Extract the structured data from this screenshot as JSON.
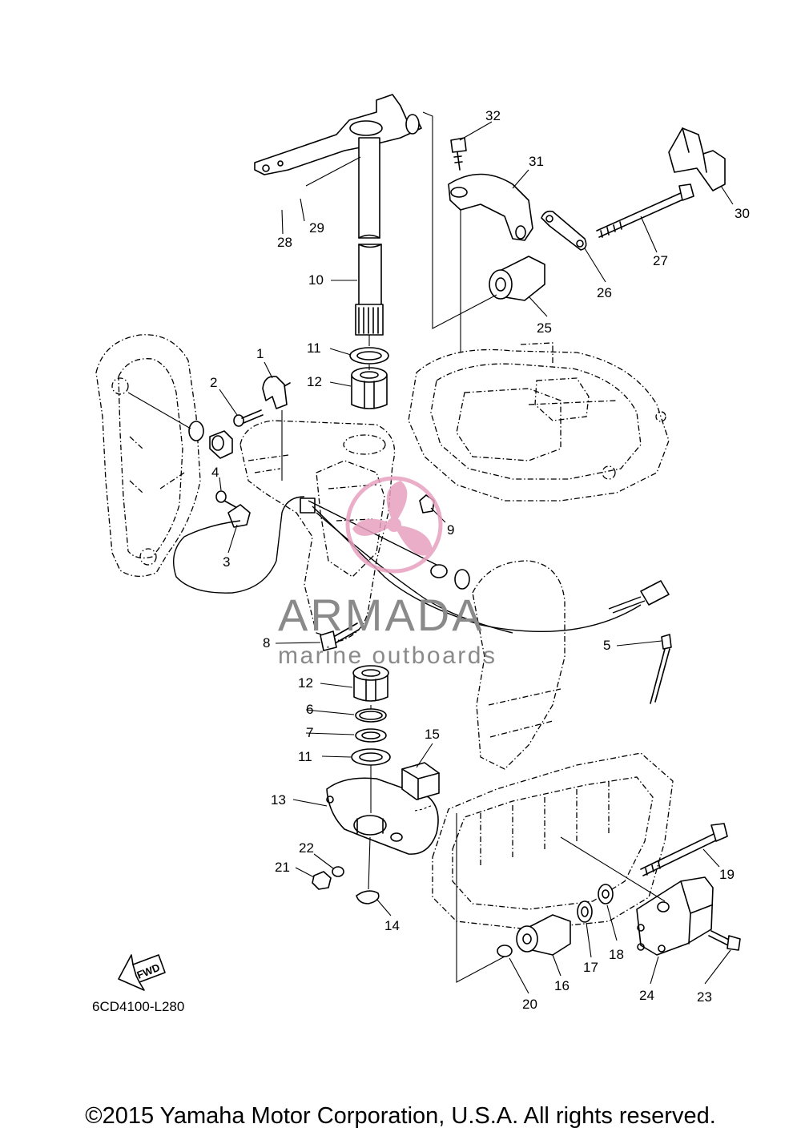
{
  "diagram_code": "6CD4100-L280",
  "fwd_label": "FWD",
  "watermark": {
    "title": "ARMADA",
    "subtitle": "marine outboards",
    "logo_color": "#e8a0c0"
  },
  "copyright": "©2015 Yamaha Motor Corporation, U.S.A. All rights reserved.",
  "callouts": [
    "1",
    "2",
    "3",
    "4",
    "5",
    "6",
    "7",
    "8",
    "9",
    "10",
    "11",
    "11",
    "12",
    "12",
    "13",
    "14",
    "15",
    "16",
    "17",
    "18",
    "19",
    "20",
    "21",
    "22",
    "23",
    "24",
    "25",
    "26",
    "27",
    "28",
    "29",
    "30",
    "31",
    "32"
  ]
}
